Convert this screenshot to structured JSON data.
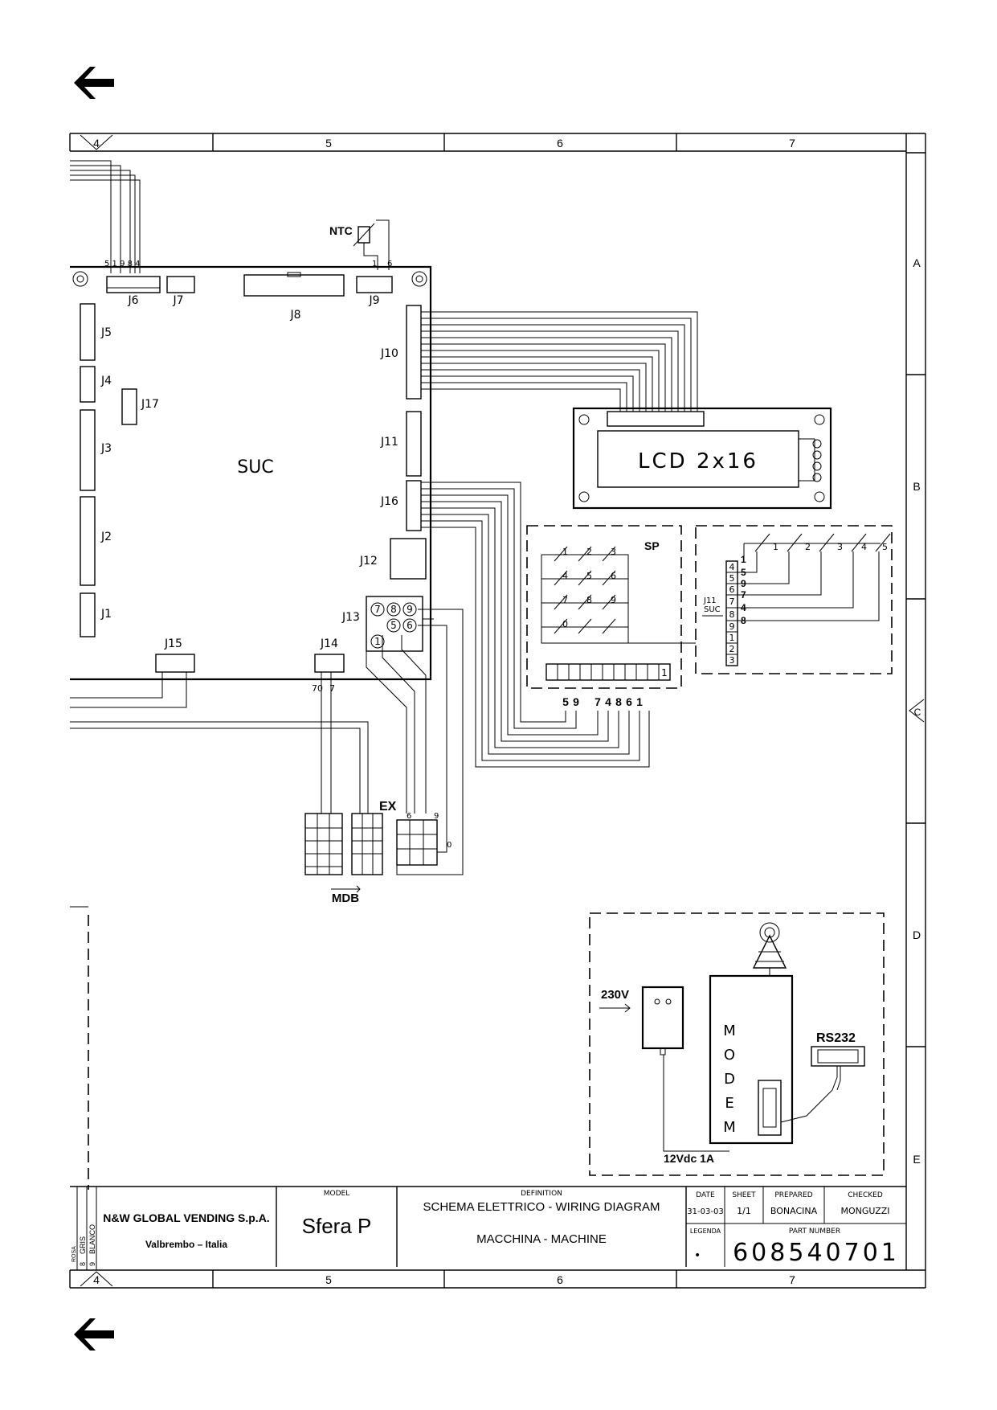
{
  "nav": {
    "back_icon": "arrow-left-icon"
  },
  "frame": {
    "columns": [
      "4",
      "5",
      "6",
      "7"
    ],
    "rows": [
      "A",
      "B",
      "C",
      "D",
      "E"
    ]
  },
  "board": {
    "name": "SUC",
    "connectors": {
      "j1": "J1",
      "j2": "J2",
      "j3": "J3",
      "j4": "J4",
      "j5": "J5",
      "j6": "J6",
      "j7": "J7",
      "j8": "J8",
      "j9": "J9",
      "j10": "J10",
      "j11": "J11",
      "j12": "J12",
      "j13": "J13",
      "j14": "J14",
      "j15": "J15",
      "j16": "J16",
      "j17": "J17"
    },
    "j6_pins": "5 1 9 8 4",
    "j9_pins": [
      "1",
      "6"
    ],
    "j14_pins": [
      "70",
      "7"
    ],
    "j13_pins": [
      "7",
      "8",
      "9",
      "5",
      "6",
      "1"
    ]
  },
  "ntc": {
    "label": "NTC"
  },
  "lcd": {
    "label": "LCD 2x16"
  },
  "keypad": {
    "label": "SP",
    "keys": [
      "1",
      "2",
      "3",
      "4",
      "5",
      "6",
      "7",
      "8",
      "9",
      "0"
    ],
    "terminal_pin": "1",
    "pin_row": [
      "5",
      "9",
      "7",
      "4",
      "8",
      "6",
      "1"
    ]
  },
  "buttons_panel": {
    "keys": [
      "1",
      "2",
      "3",
      "4",
      "5"
    ],
    "terminal": [
      "4",
      "5",
      "6",
      "7",
      "8",
      "9",
      "1",
      "2",
      "3"
    ],
    "wire_numbers": [
      "1",
      "5",
      "9",
      "7",
      "4",
      "8"
    ],
    "ref_j11": "J11",
    "ref_suc": "SUC"
  },
  "ex": {
    "label": "EX",
    "pins": [
      "6",
      "9",
      "0"
    ]
  },
  "mdb": {
    "label": "MDB"
  },
  "modem_block": {
    "power": "230V",
    "modem_letters": [
      "M",
      "O",
      "D",
      "E",
      "M"
    ],
    "rs232": "RS232",
    "supply": "12Vdc 1A"
  },
  "title_block": {
    "company": "N&W GLOBAL VENDING S.p.A.",
    "location": "Valbrembo – Italia",
    "model_header": "MODEL",
    "model": "Sfera P",
    "definition_header": "DEFINITION",
    "definition_1": "SCHEMA ELETTRICO - WIRING DIAGRAM",
    "definition_2": "MACCHINA - MACHINE",
    "date_header": "DATE",
    "date": "31-03-03",
    "sheet_header": "SHEET",
    "sheet": "1/1",
    "prepared_header": "PREPARED",
    "prepared": "BONACINA",
    "checked_header": "CHECKED",
    "checked": "MONGUZZI",
    "legend_header": "LEGENDA",
    "legend_value": "•",
    "part_number_header": "PART NUMBER",
    "part_number": "608540701",
    "colour_codes": [
      "ROSA",
      "GRIS",
      "BLANCO"
    ],
    "colour_numbers": [
      "8",
      "9"
    ]
  }
}
